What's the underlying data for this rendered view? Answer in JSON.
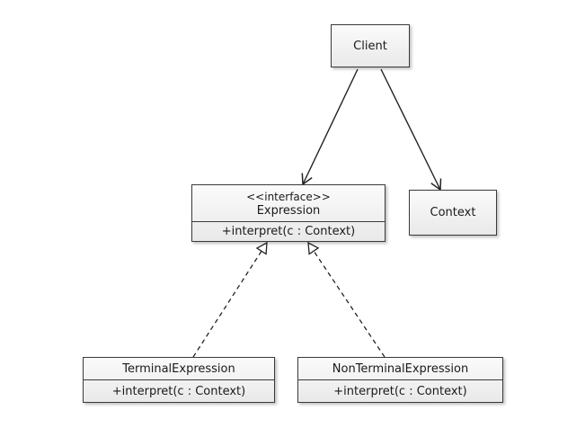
{
  "client": {
    "label": "Client"
  },
  "context": {
    "label": "Context"
  },
  "expression": {
    "stereotype": "<<interface>>",
    "name": "Expression",
    "method": "+interpret(c : Context)"
  },
  "terminal": {
    "name": "TerminalExpression",
    "method": "+interpret(c : Context)"
  },
  "nonterminal": {
    "name": "NonTerminalExpression",
    "method": "+interpret(c : Context)"
  }
}
